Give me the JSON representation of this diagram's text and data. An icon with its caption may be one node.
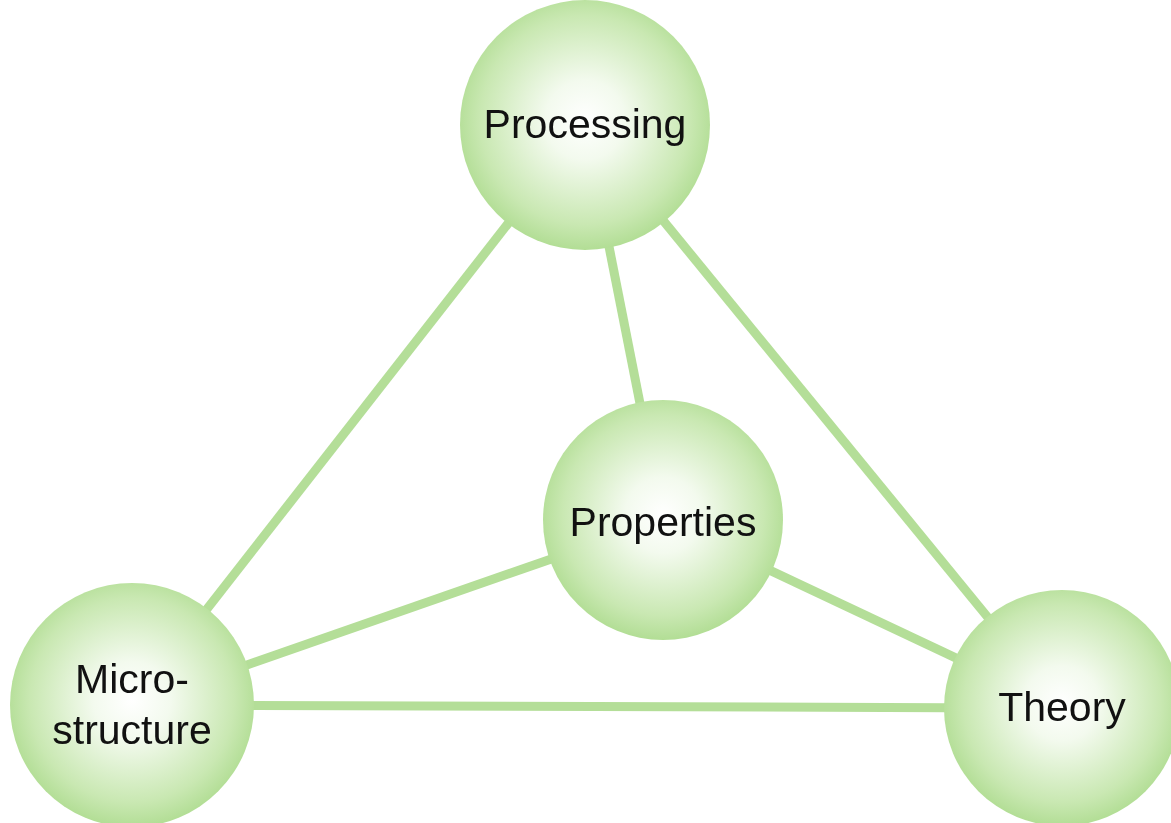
{
  "diagram": {
    "nodes": [
      {
        "text": [
          "Processing"
        ]
      },
      {
        "text": [
          "Properties"
        ]
      },
      {
        "text": [
          "Micro-structure"
        ]
      },
      {
        "text": [
          "Theory"
        ]
      }
    ],
    "edges": [
      {
        "from": 0,
        "to": 2,
        "arrow": "none"
      },
      {
        "from": 0,
        "to": 1,
        "arrow": "none"
      },
      {
        "from": 0,
        "to": 3,
        "arrow": "none"
      },
      {
        "from": 1,
        "to": 2,
        "arrow": "none"
      },
      {
        "from": 1,
        "to": 3,
        "arrow": "none"
      },
      {
        "from": 2,
        "to": 3,
        "arrow": "none"
      }
    ]
  }
}
